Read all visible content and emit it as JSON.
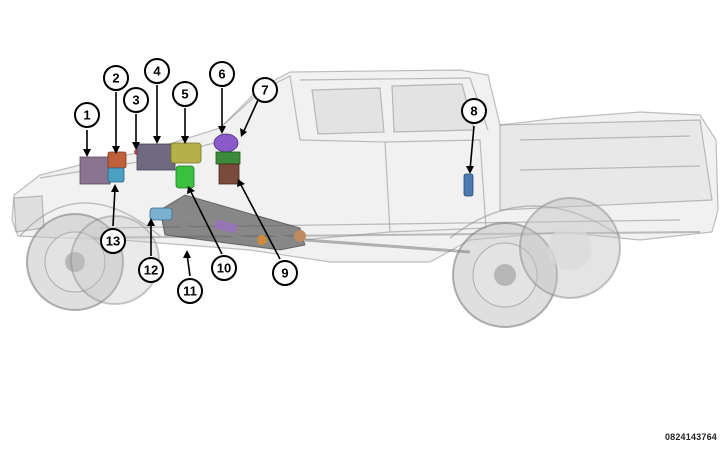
{
  "diagram": {
    "subject": "vehicle-component-locator",
    "reference_code": "0824143764",
    "callouts": [
      {
        "id": 1,
        "label": "1"
      },
      {
        "id": 2,
        "label": "2"
      },
      {
        "id": 3,
        "label": "3"
      },
      {
        "id": 4,
        "label": "4"
      },
      {
        "id": 5,
        "label": "5"
      },
      {
        "id": 6,
        "label": "6"
      },
      {
        "id": 7,
        "label": "7"
      },
      {
        "id": 8,
        "label": "8"
      },
      {
        "id": 9,
        "label": "9"
      },
      {
        "id": 10,
        "label": "10"
      },
      {
        "id": 11,
        "label": "11"
      },
      {
        "id": 12,
        "label": "12"
      },
      {
        "id": 13,
        "label": "13"
      }
    ],
    "component_colors": {
      "module_1": "#8a7590",
      "module_2": "#c0603a",
      "module_3": "#c04a4a",
      "module_4": "#6f6a80",
      "module_5": "#b5b04a",
      "module_6": "#8a5ac8",
      "module_7": "#7a4a3a",
      "module_8": "#4a7ab0",
      "module_10": "#3cc040",
      "module_12": "#7ab0d0",
      "module_13": "#4aa0c0"
    }
  }
}
